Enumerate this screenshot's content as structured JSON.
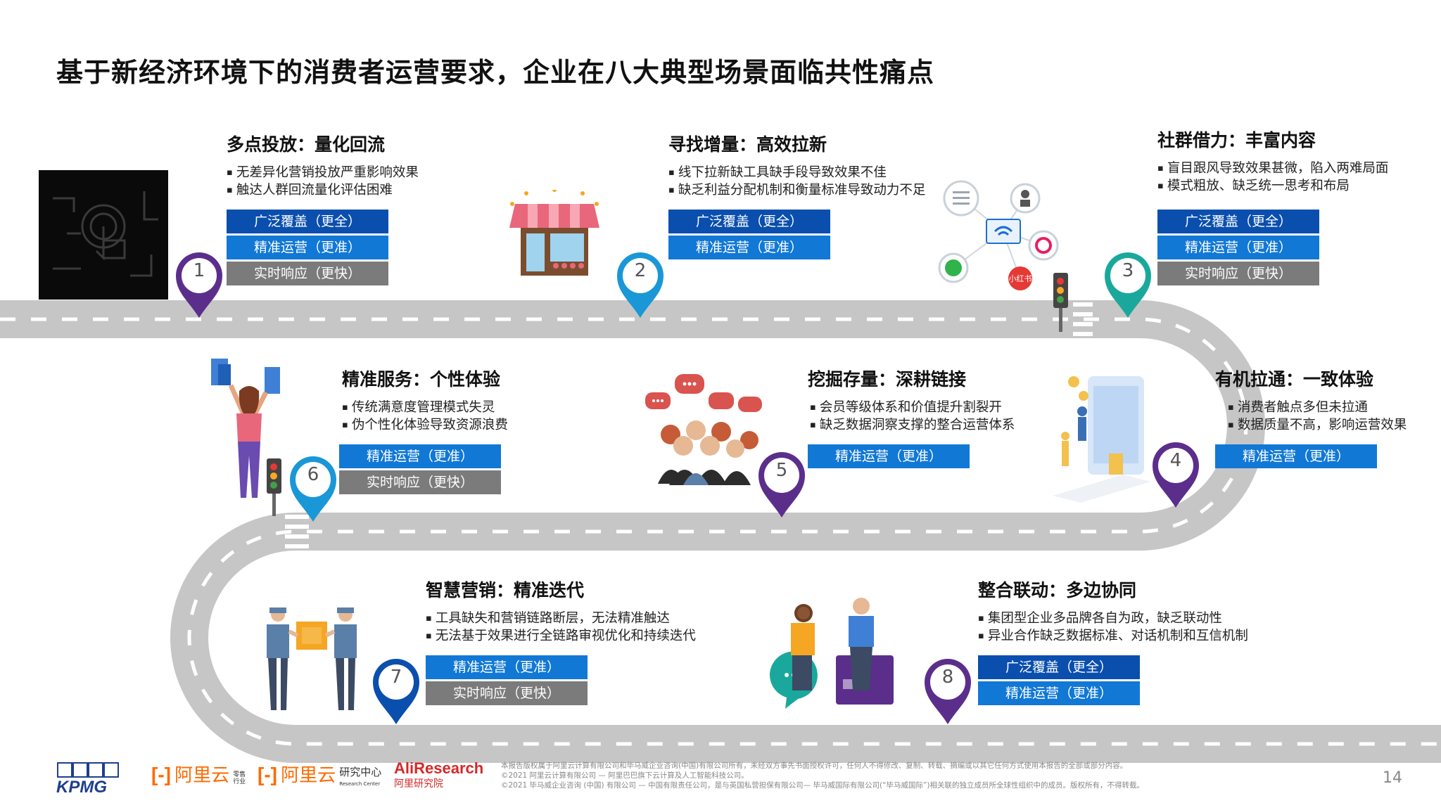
{
  "title": "基于新经济环境下的消费者运营要求，企业在八大典型场景面临共性痛点",
  "scenarios": [
    {
      "num": "1",
      "title": "多点投放：量化回流",
      "bullets": [
        "无差异化营销投放严重影响效果",
        "触达人群回流量化评估困难"
      ],
      "tags": [
        "广泛覆盖（更全）",
        "精准运营（更准）",
        "实时响应（更快）"
      ]
    },
    {
      "num": "2",
      "title": "寻找增量：高效拉新",
      "bullets": [
        "线下拉新缺工具缺手段导致效果不佳",
        "缺乏利益分配机制和衡量标准导致动力不足"
      ],
      "tags": [
        "广泛覆盖（更全）",
        "精准运营（更准）"
      ]
    },
    {
      "num": "3",
      "title": "社群借力：丰富内容",
      "bullets": [
        "盲目跟风导致效果甚微，陷入两难局面",
        "模式粗放、缺乏统一思考和布局"
      ],
      "tags": [
        "广泛覆盖（更全）",
        "精准运营（更准）",
        "实时响应（更快）"
      ]
    },
    {
      "num": "4",
      "title": "有机拉通：一致体验",
      "bullets": [
        "消费者触点多但未拉通",
        "数据质量不高，影响运营效果"
      ],
      "tags": [
        "精准运营（更准）"
      ]
    },
    {
      "num": "5",
      "title": "挖掘存量：深耕链接",
      "bullets": [
        "会员等级体系和价值提升割裂开",
        "缺乏数据洞察支撑的整合运营体系"
      ],
      "tags": [
        "精准运营（更准）"
      ]
    },
    {
      "num": "6",
      "title": "精准服务：个性体验",
      "bullets": [
        "传统满意度管理模式失灵",
        "伪个性化体验导致资源浪费"
      ],
      "tags": [
        "精准运营（更准）",
        "实时响应（更快）"
      ]
    },
    {
      "num": "7",
      "title": "智慧营销：精准迭代",
      "bullets": [
        "工具缺失和营销链路断层，无法精准触达",
        "无法基于效果进行全链路审视优化和持续迭代"
      ],
      "tags": [
        "精准运营（更准）",
        "实时响应（更快）"
      ]
    },
    {
      "num": "8",
      "title": "整合联动：多边协同",
      "bullets": [
        "集团型企业多品牌各自为政，缺乏联动性",
        "异业合作缺乏数据标准、对话机制和互信机制"
      ],
      "tags": [
        "广泛覆盖（更全）",
        "精准运营（更准）"
      ]
    }
  ],
  "illustration_labels": {
    "xiaohongshu": "小红书"
  },
  "footer": {
    "logos": {
      "kpmg": "KPMG",
      "aliyun_retail": "阿里云",
      "aliyun_retail_sub1": "零售",
      "aliyun_retail_sub2": "行业",
      "aliyun_research": "阿里云",
      "aliyun_research_sub": "研究中心",
      "aliyun_research_en": "Research Center",
      "aliresearch": "AliResearch",
      "aliresearch_cn": "阿里研究院"
    },
    "lines": [
      "本报告版权属于阿里云计算有限公司和毕马威企业咨询(中国)有限公司所有，未经双方事先书面授权许可，任何人不得修改、复制、转载、摘编或以其它任何方式使用本报告的全部或部分内容。",
      "©2021 阿里云计算有限公司 — 阿里巴巴旗下云计算及人工智能科技公司。",
      "©2021 毕马威企业咨询 (中国) 有限公司 — 中国有限责任公司，是与英国私营担保有限公司— 毕马威国际有限公司(“毕马威国际”)相关联的独立成员所全球性组织中的成员。版权所有，不得转载。"
    ],
    "page_number": "14"
  },
  "colors": {
    "tag_dark": "#0a4fae",
    "tag_mid": "#1178d6",
    "tag_gray": "#7b7b7b",
    "road": "#c8c8c8"
  }
}
